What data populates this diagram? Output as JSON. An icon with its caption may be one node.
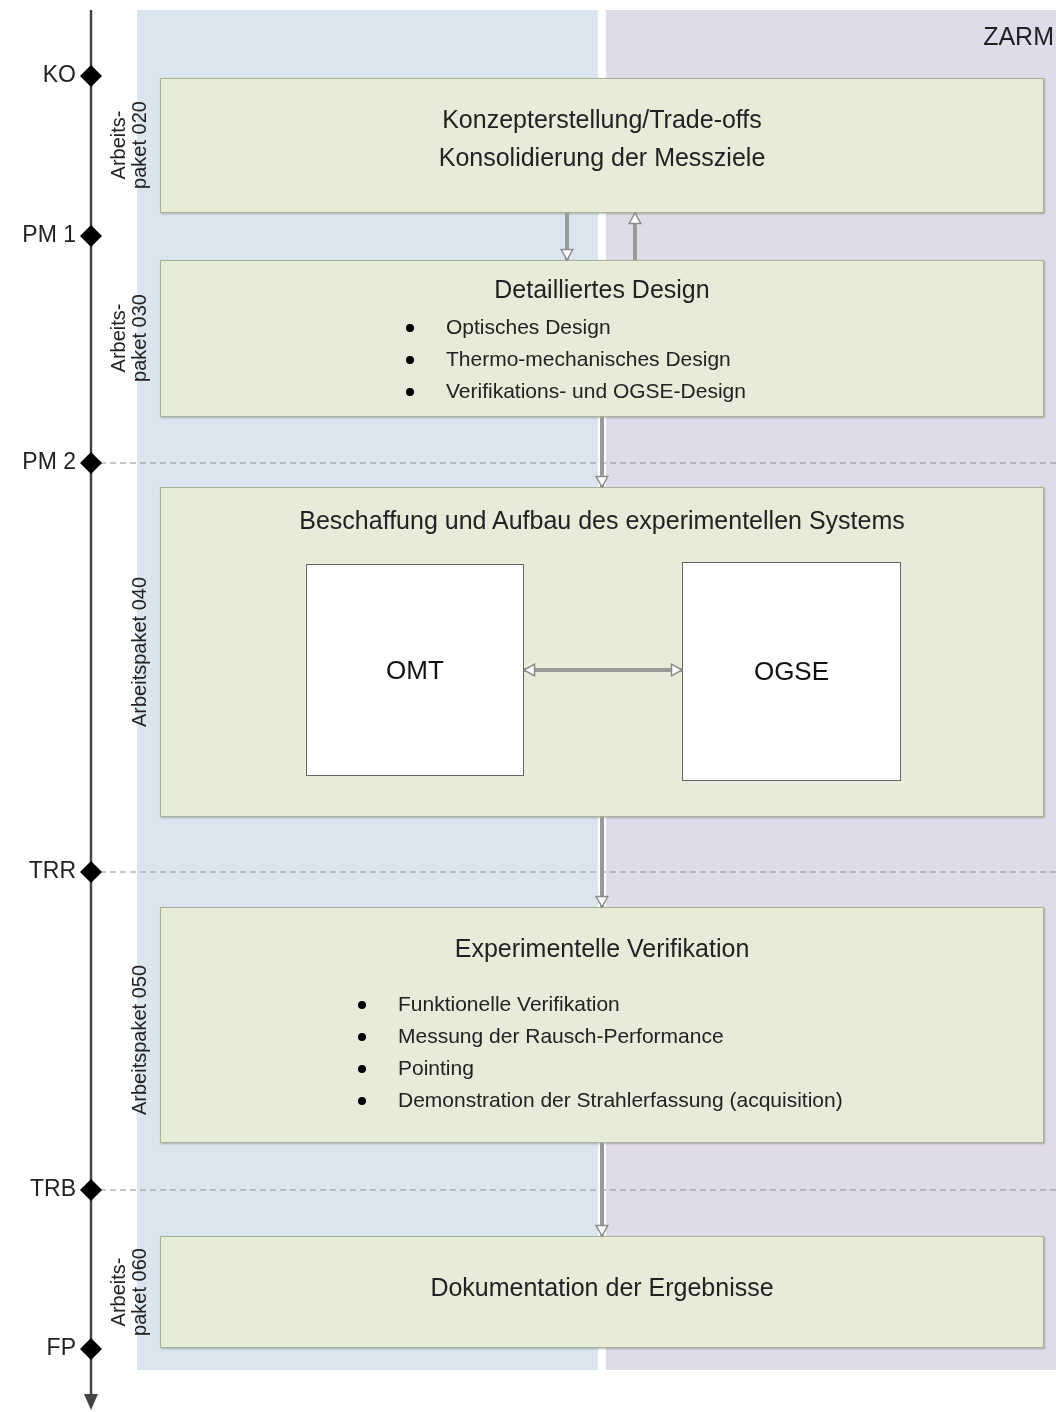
{
  "diagram": {
    "nodes": [
      {
        "text": [
          "Konzepterstellung/Trade-offs",
          "Konsolidierung der Messziele"
        ],
        "beside": [
          "Arbeits- paket 020"
        ]
      },
      {
        "text": [
          "Detailliertes Design",
          "Optisches Design",
          "Thermo-mechanisches Design",
          "Verifikations- und OGSE-Design"
        ],
        "beside": [
          "Arbeits- paket 030"
        ]
      },
      {
        "text": [
          "Beschaffung und Aufbau des experimentellen Systems"
        ],
        "beside": [
          "Arbeitspaket 040"
        ]
      },
      {
        "text": [
          "OMT"
        ],
        "in": 2
      },
      {
        "text": [
          "OGSE"
        ],
        "in": 2
      },
      {
        "text": [
          "Experimentelle Verifikation",
          "Funktionelle Verifikation",
          "Messung der Rausch-Performance",
          "Pointing",
          "Demonstration der Strahlerfassung (acquisition)"
        ],
        "beside": [
          "Arbeitspaket 050"
        ]
      },
      {
        "text": [
          "Dokumentation der Ergebnisse"
        ],
        "beside": [
          "Arbeits- paket 060"
        ]
      }
    ],
    "edges": [
      {
        "from": 0,
        "to": 1,
        "arrow": "to"
      },
      {
        "from": 1,
        "to": 0,
        "arrow": "to"
      },
      {
        "from": 1,
        "to": 2,
        "arrow": "to"
      },
      {
        "from": 3,
        "to": 4,
        "arrow": "both"
      },
      {
        "from": 2,
        "to": 5,
        "arrow": "to"
      },
      {
        "from": 5,
        "to": 6,
        "arrow": "to"
      }
    ],
    "labels": [
      "ZARM",
      "KO",
      "PM 1",
      "PM 2",
      "TRR",
      "TRB",
      "FP"
    ]
  }
}
